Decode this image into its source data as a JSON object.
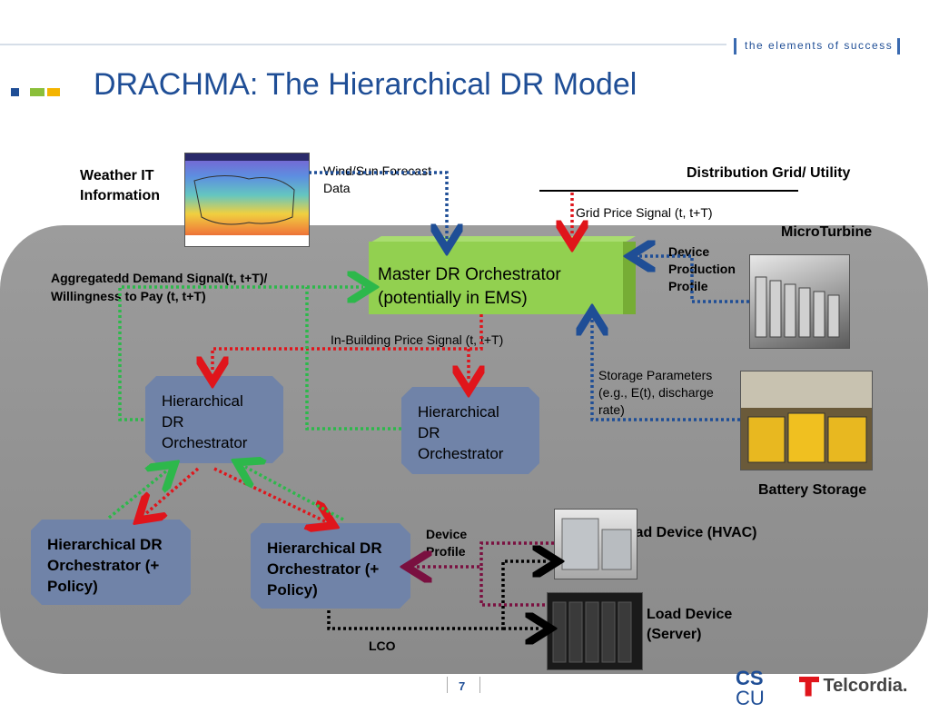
{
  "header": {
    "tagline": "the elements of success",
    "title": "DRACHMA: The Hierarchical DR Model"
  },
  "labels": {
    "weather": "Weather IT Information",
    "wind_sun": "Wind/Sun Forecast Data",
    "distribution_grid": "Distribution Grid/ Utility",
    "grid_price": "Grid Price Signal (t, t+T)",
    "microturbine": "MicroTurbine",
    "device_production_profile": "Device Production Profile",
    "aggregated_demand": "Aggregatedd Demand Signal(t, t+T)/ Willingness to Pay (t, t+T)",
    "in_building_price": "In-Building Price Signal (t, t+T)",
    "storage_params": "Storage Parameters (e.g., E(t), discharge rate)",
    "battery_storage": "Battery Storage",
    "device_profile": "Device Profile",
    "load_hvac": "Load Device (HVAC)",
    "load_server": "Load Device (Server)",
    "lco": "LCO"
  },
  "nodes": {
    "master": "Master DR Orchestrator (potentially in EMS)",
    "hdr_left": "Hierarchical DR Orchestrator",
    "hdr_right": "Hierarchical DR Orchestrator",
    "hdr_policy_left": "Hierarchical DR Orchestrator (+ Policy)",
    "hdr_policy_right": "Hierarchical DR Orchestrator (+ Policy)"
  },
  "footer": {
    "page": "7",
    "logo_cs": "CS",
    "logo_cu": "CU",
    "logo_telcordia": "Telcordia."
  },
  "colors": {
    "title": "#1f4e96",
    "panel": "#929292",
    "master": "#92d050",
    "node": "#7083a8",
    "arrow_red": "#e0151b",
    "arrow_green": "#2db84b",
    "arrow_blue": "#1f4e96",
    "arrow_purple": "#7a1040",
    "arrow_black": "#000000"
  }
}
